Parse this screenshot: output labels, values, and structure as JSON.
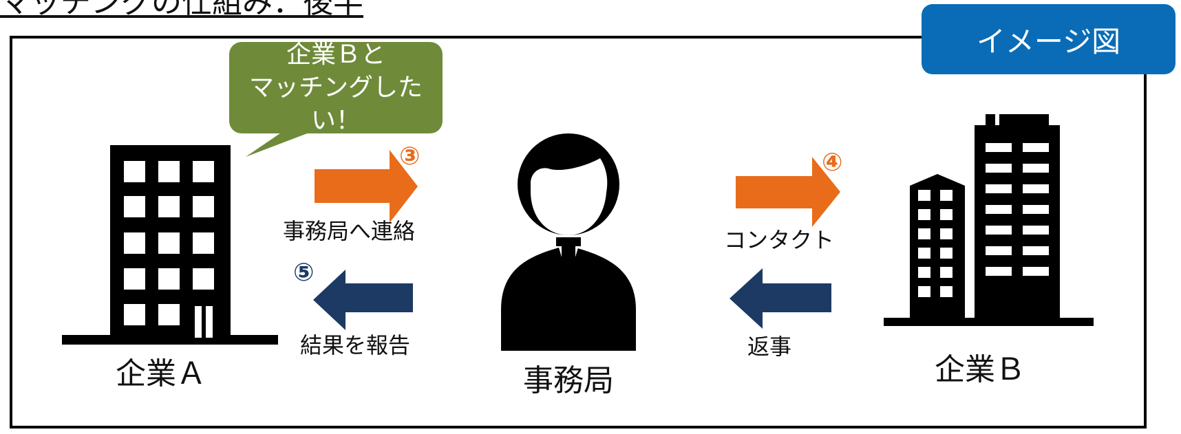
{
  "header": {
    "title": "マッチングの仕組み：後半"
  },
  "tag": {
    "label": "イメージ図"
  },
  "bubble": {
    "line1": "企業Ｂと",
    "line2": "マッチングしたい！"
  },
  "nodes": {
    "company_a": "企業Ａ",
    "office": "事務局",
    "company_b": "企業Ｂ"
  },
  "steps": [
    {
      "number": "③",
      "label": "事務局へ連絡",
      "color": "#e86c1a"
    },
    {
      "number": "④",
      "label": "コンタクト",
      "color": "#e86c1a"
    },
    {
      "number": "⑤",
      "label": "結果を報告",
      "color": "#1c3a63"
    },
    {
      "number": "",
      "label": "返事",
      "color": "#1c3a63"
    }
  ],
  "colors": {
    "tag": "#0a6cb6",
    "bubble": "#6f8b3a",
    "forward_arrow": "#e86c1a",
    "return_arrow": "#1c3a63"
  }
}
